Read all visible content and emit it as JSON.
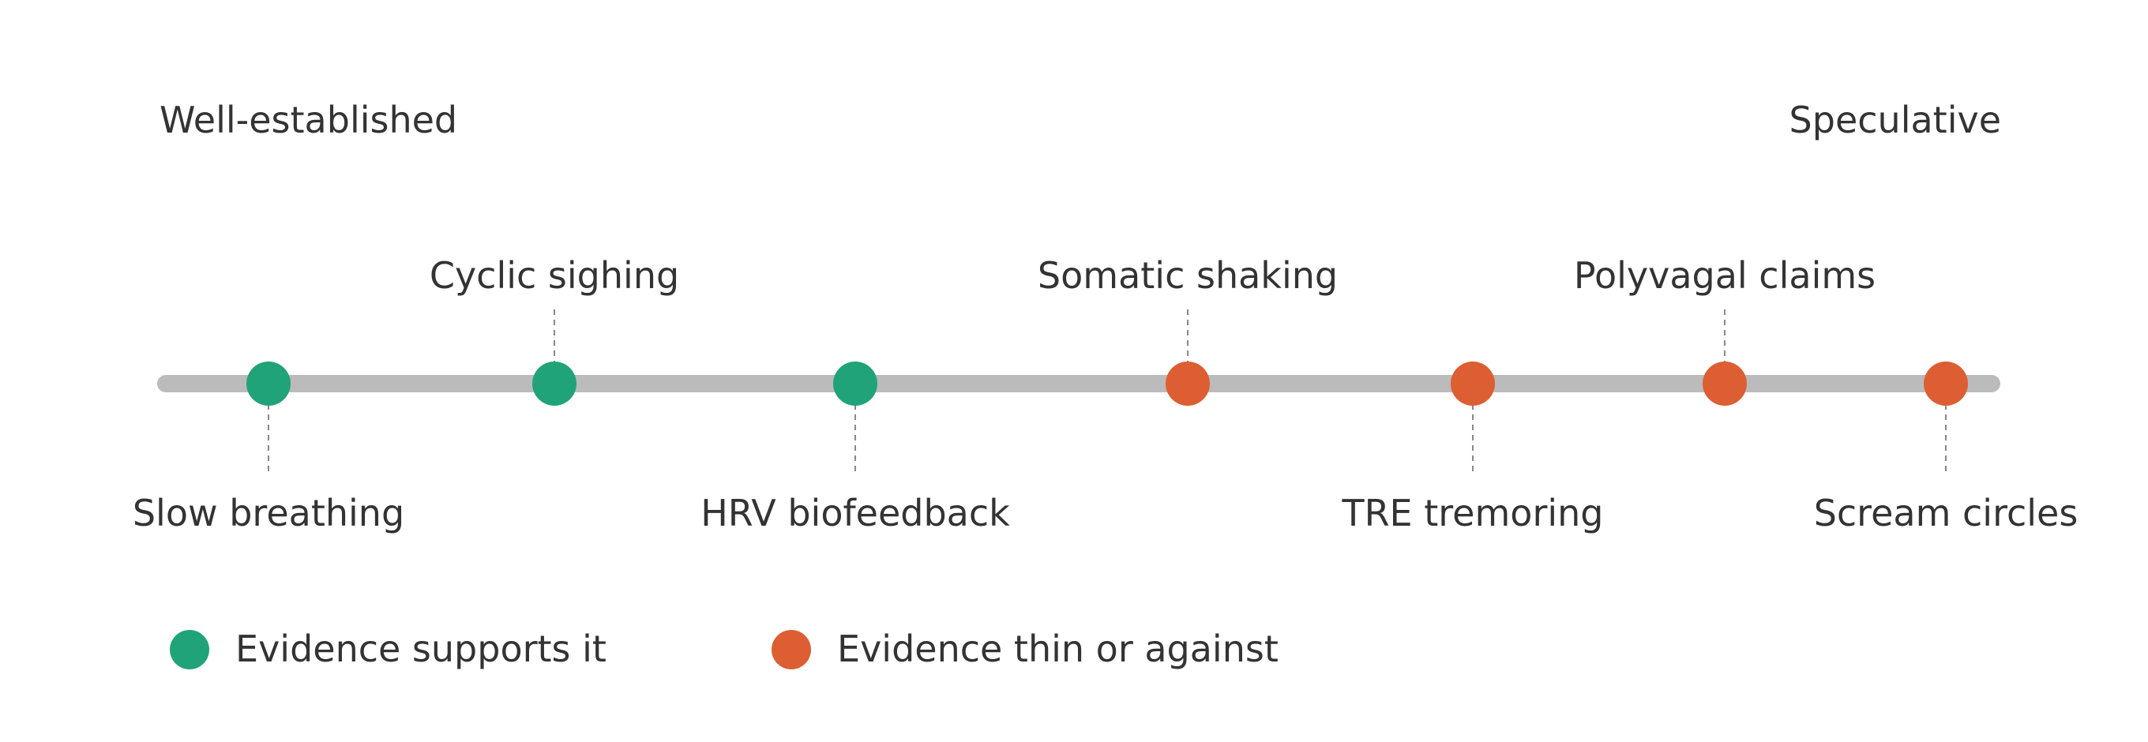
{
  "spectrum": {
    "left_label": "Well-established",
    "right_label": "Speculative"
  },
  "items": [
    {
      "label": "Slow breathing",
      "status": "supported",
      "label_position": "below"
    },
    {
      "label": "Cyclic sighing",
      "status": "supported",
      "label_position": "above"
    },
    {
      "label": "HRV biofeedback",
      "status": "supported",
      "label_position": "below"
    },
    {
      "label": "Somatic shaking",
      "status": "thin",
      "label_position": "above"
    },
    {
      "label": "TRE tremoring",
      "status": "thin",
      "label_position": "below"
    },
    {
      "label": "Polyvagal claims",
      "status": "thin",
      "label_position": "above"
    },
    {
      "label": "Scream circles",
      "status": "thin",
      "label_position": "below"
    }
  ],
  "legend": {
    "supported": "Evidence supports it",
    "thin": "Evidence thin or against"
  },
  "colors": {
    "supported": "#21a37a",
    "thin": "#dd5e32",
    "track": "#bbbbbb",
    "connector": "#888888",
    "text": "#333333"
  }
}
